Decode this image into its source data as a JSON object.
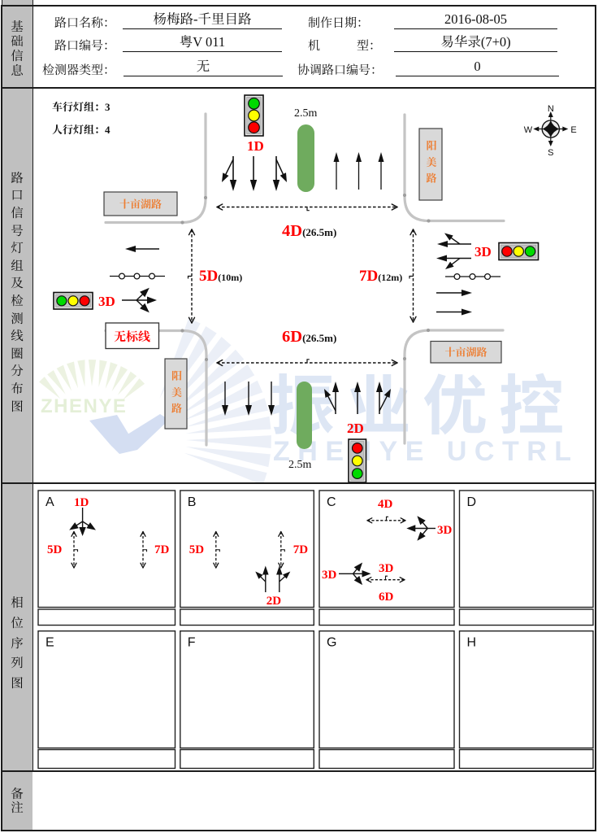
{
  "basic_info": {
    "section_label": "基础信息",
    "intersection_name": {
      "label": "路口名称：",
      "value": "杨梅路-千里目路"
    },
    "make_date": {
      "label": "制作日期：",
      "value": "2016-08-05"
    },
    "intersection_code": {
      "label": "路口编号：",
      "value": "粤V 011"
    },
    "machine_type": {
      "label_c1": "机",
      "label_c2": "型：",
      "value": "易华录(7+0)"
    },
    "detector_type": {
      "label": "检测器类型：",
      "value": "无"
    },
    "coordinated_code": {
      "label": "协调路口编号：",
      "value": "0"
    }
  },
  "diagram": {
    "section_label": "路口信号灯组及检测线圈分布图",
    "stats": {
      "vehicle_groups": "车行灯组：3",
      "pedestrian_groups": "人行灯组：4"
    },
    "medians": {
      "north": "2.5m",
      "south": "2.5m"
    },
    "lights": {
      "north": "1D",
      "south": "2D",
      "west": "3D",
      "east": "3D"
    },
    "measures": {
      "north": {
        "id": "4D",
        "len": "(26.5m)"
      },
      "south": {
        "id": "6D",
        "len": "(26.5m)"
      },
      "west": {
        "id": "5D",
        "len": "(10m)"
      },
      "east": {
        "id": "7D",
        "len": "(12m)"
      }
    },
    "road_names": {
      "northwest": "十亩湖路",
      "northeast": "阳美路",
      "southwest": "阳美路",
      "southeast": "十亩湖路"
    },
    "no_marking": "无标线",
    "compass": {
      "n": "N",
      "e": "E",
      "s": "S",
      "w": "W"
    },
    "watermark": {
      "logo": "ZHENYE",
      "brand_cn": "振业优控",
      "brand_en": "ZHENYE UCTRL"
    }
  },
  "phases": {
    "section_label": "相位序列图",
    "panels": [
      {
        "letter": "A",
        "labels": {
          "l1": "1D",
          "l2": "5D",
          "l3": "7D"
        }
      },
      {
        "letter": "B",
        "labels": {
          "l1": "5D",
          "l2": "7D",
          "l3": "2D"
        }
      },
      {
        "letter": "C",
        "labels": {
          "l1": "4D",
          "l2": "3D",
          "l3": "3D",
          "l4": "3D",
          "l5": "6D"
        }
      },
      {
        "letter": "D"
      },
      {
        "letter": "E"
      },
      {
        "letter": "F"
      },
      {
        "letter": "G"
      },
      {
        "letter": "H"
      }
    ]
  },
  "remarks": {
    "section_label": "备注"
  }
}
